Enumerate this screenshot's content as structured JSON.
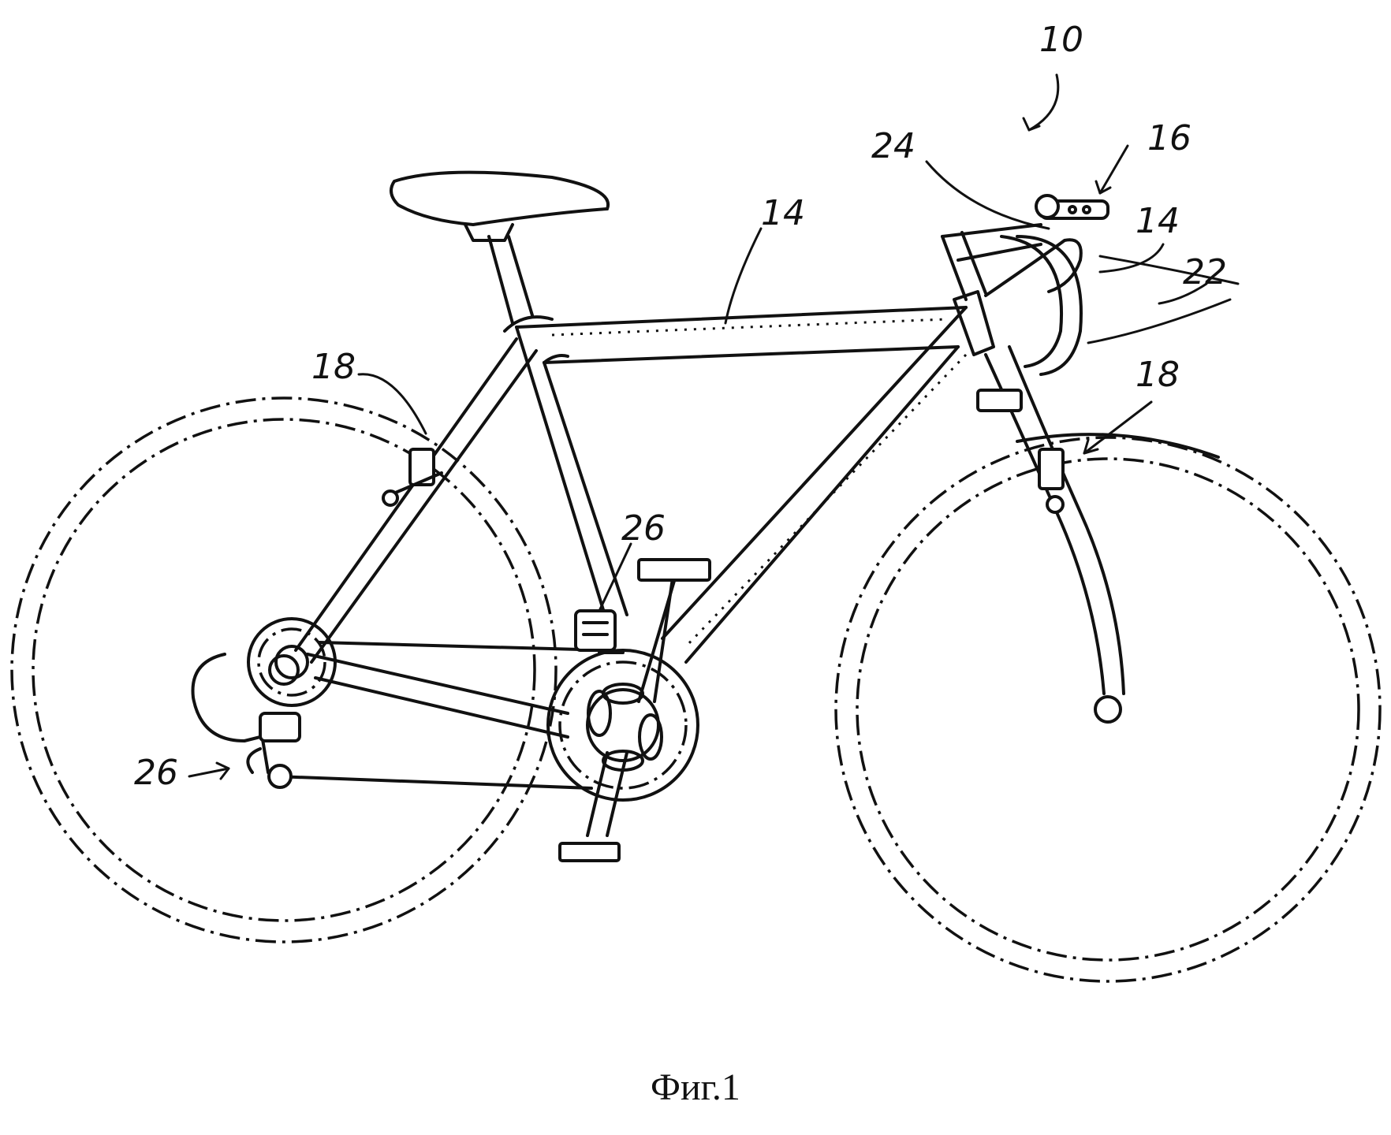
{
  "caption": "Фиг.1",
  "labels": {
    "bicycle": "10",
    "frame_top": "14",
    "frame_right": "14",
    "control_unit": "16",
    "brake_rear": "18",
    "brake_front": "18",
    "shifter": "24",
    "cable": "22",
    "derailleur_front": "26",
    "derailleur_rear": "26"
  }
}
